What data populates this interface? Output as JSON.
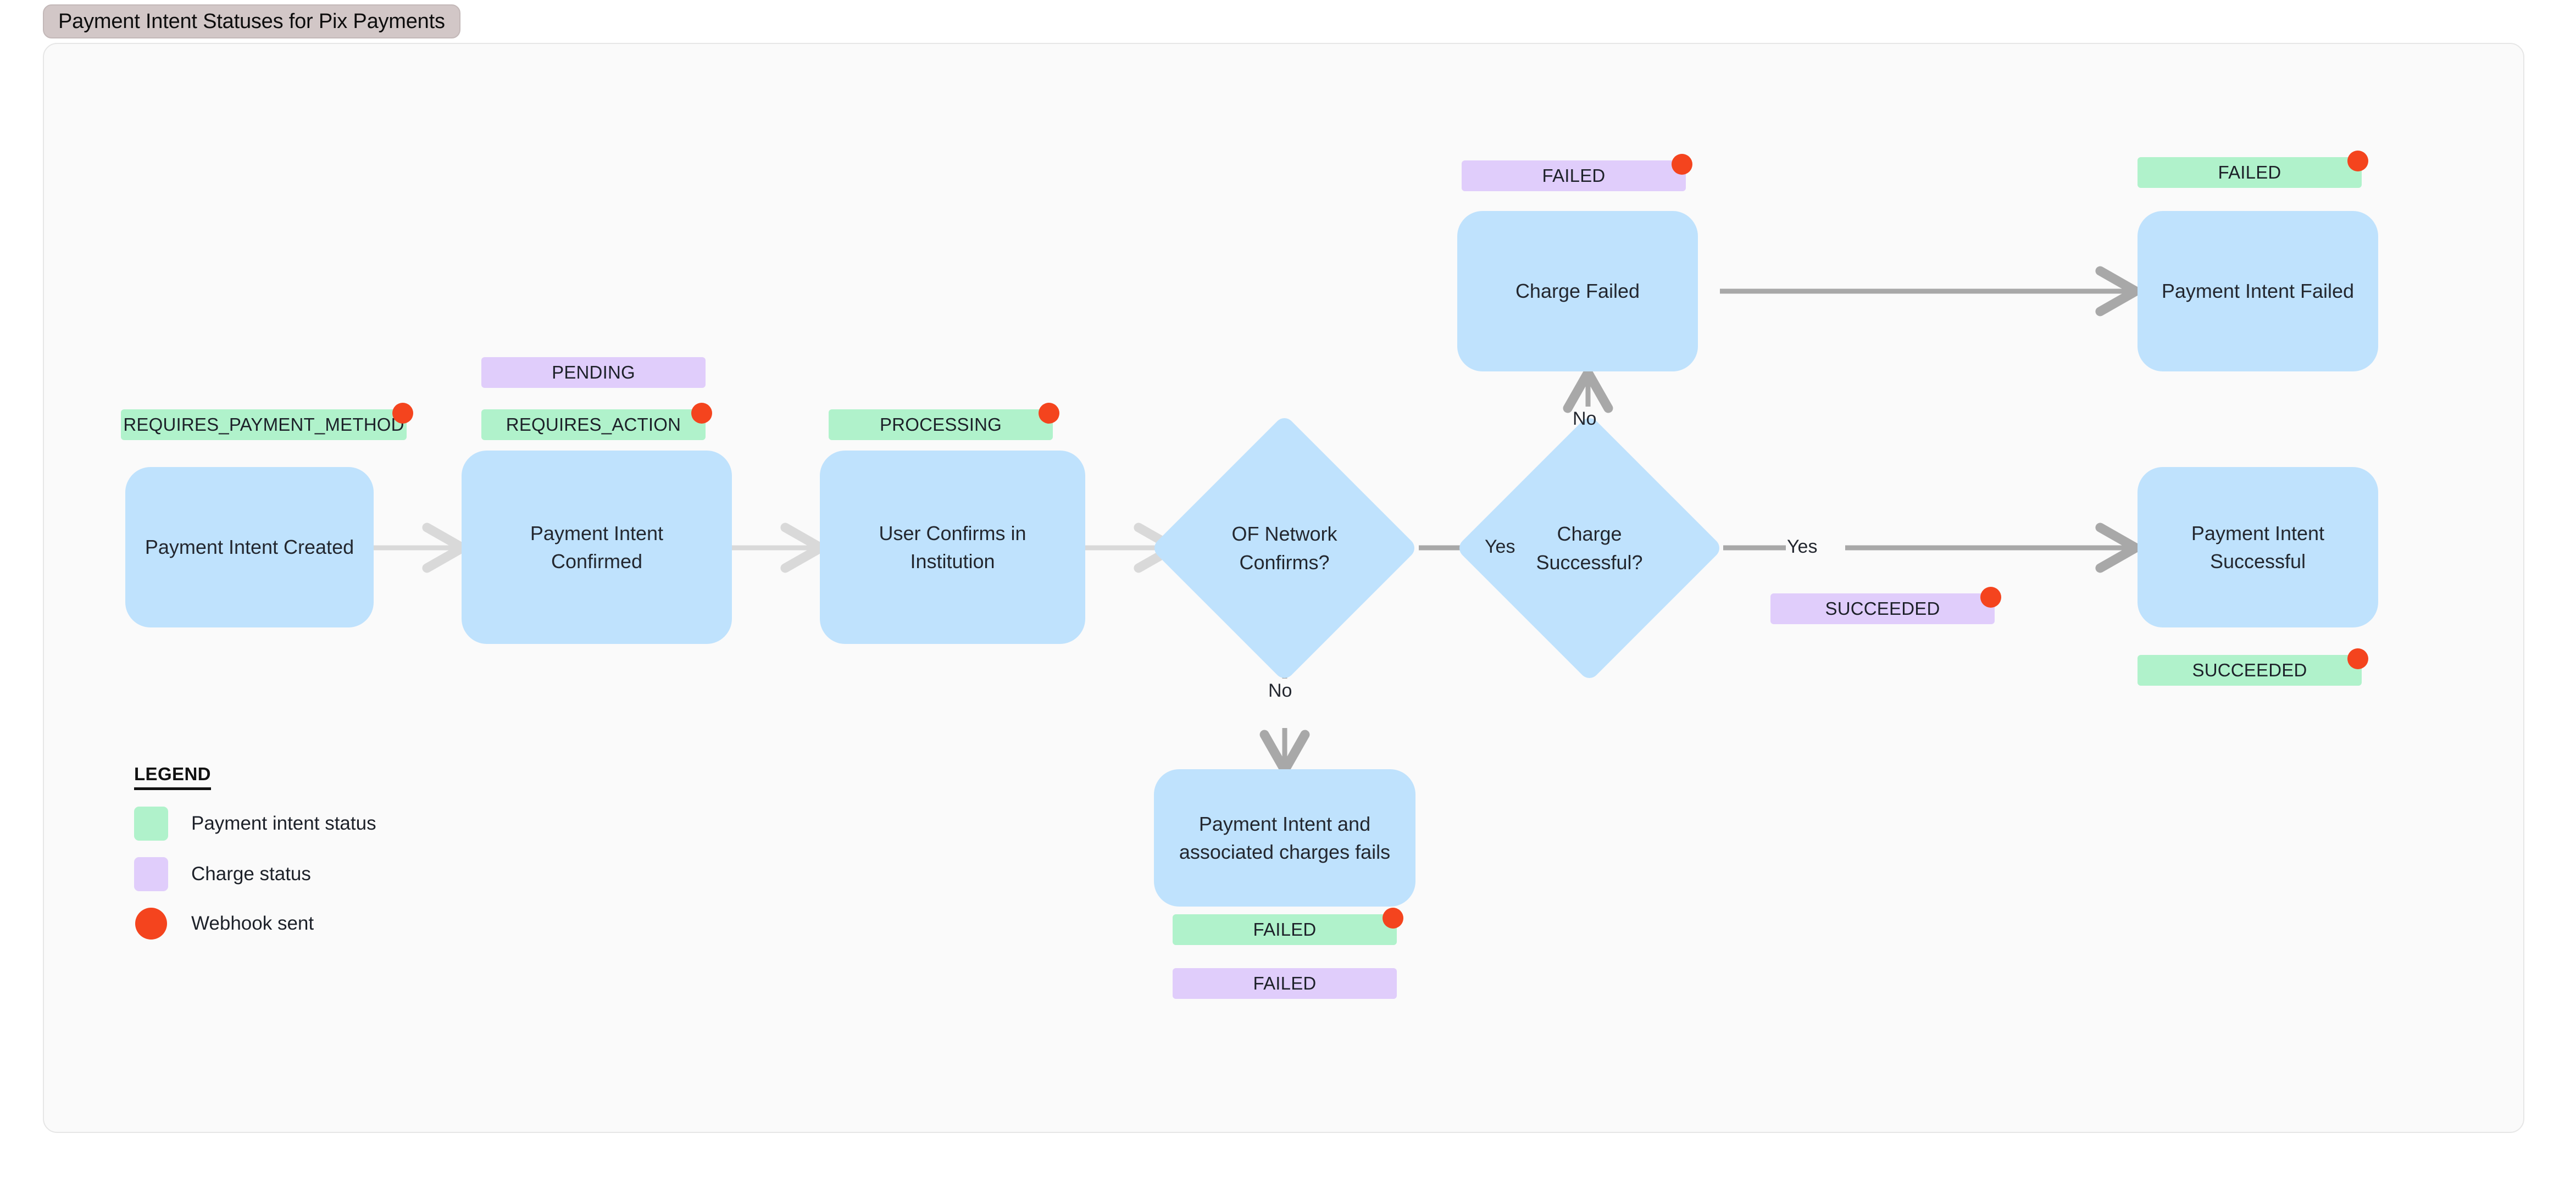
{
  "window": {
    "title": "Payment Intent Statuses for Pix Payments"
  },
  "colors": {
    "node_blue": "#bfe2fd",
    "payment_intent_status_green": "#b0f2cb",
    "charge_status_purple": "#e0cdfb",
    "webhook_dot_red": "#f4441e",
    "edge_light": "#d9d9d9",
    "edge_dark": "#a8a8a8",
    "canvas_bg": "#fafafa",
    "title_tab_bg": "#d2c7c7"
  },
  "nodes": [
    {
      "id": "pi_created",
      "label": "Payment Intent Created"
    },
    {
      "id": "pi_confirmed",
      "label": "Payment Intent\nConfirmed"
    },
    {
      "id": "user_confirms",
      "label": "User Confirms in\nInstitution"
    },
    {
      "id": "of_network",
      "label": "OF Network\nConfirms?",
      "shape": "diamond"
    },
    {
      "id": "charge_ok",
      "label": "Charge\nSuccessful?",
      "shape": "diamond"
    },
    {
      "id": "charge_failed",
      "label": "Charge Failed"
    },
    {
      "id": "pi_failed",
      "label": "Payment Intent Failed"
    },
    {
      "id": "pi_success",
      "label": "Payment Intent\nSuccessful"
    },
    {
      "id": "pi_charges_fail",
      "label": "Payment Intent and\nassociated charges fails"
    }
  ],
  "node_text": {
    "pi_created": "Payment Intent Created",
    "pi_confirmed_l1": "Payment Intent",
    "pi_confirmed_l2": "Confirmed",
    "user_confirms_l1": "User Confirms in",
    "user_confirms_l2": "Institution",
    "of_network_l1": "OF Network",
    "of_network_l2": "Confirms?",
    "charge_ok_l1": "Charge",
    "charge_ok_l2": "Successful?",
    "charge_failed": "Charge Failed",
    "pi_failed": "Payment Intent Failed",
    "pi_success_l1": "Payment Intent",
    "pi_success_l2": "Successful",
    "pi_charges_fail_l1": "Payment Intent and",
    "pi_charges_fail_l2": "associated charges fails"
  },
  "status_chips": [
    {
      "id": "chip_requires_payment_method",
      "text": "REQUIRES_PAYMENT_METHOD",
      "kind": "payment_intent_status",
      "webhook": true
    },
    {
      "id": "chip_pending",
      "text": "PENDING",
      "kind": "charge_status",
      "webhook": false
    },
    {
      "id": "chip_requires_action",
      "text": "REQUIRES_ACTION",
      "kind": "payment_intent_status",
      "webhook": true
    },
    {
      "id": "chip_processing",
      "text": "PROCESSING",
      "kind": "payment_intent_status",
      "webhook": true
    },
    {
      "id": "chip_charge_failed",
      "text": "FAILED",
      "kind": "charge_status",
      "webhook": true
    },
    {
      "id": "chip_pi_failed",
      "text": "FAILED",
      "kind": "payment_intent_status",
      "webhook": true
    },
    {
      "id": "chip_charge_succeeded",
      "text": "SUCCEEDED",
      "kind": "charge_status",
      "webhook": true
    },
    {
      "id": "chip_pi_succeeded",
      "text": "SUCCEEDED",
      "kind": "payment_intent_status",
      "webhook": true
    },
    {
      "id": "chip_bottom_failed_green",
      "text": "FAILED",
      "kind": "payment_intent_status",
      "webhook": true
    },
    {
      "id": "chip_bottom_failed_purple",
      "text": "FAILED",
      "kind": "charge_status",
      "webhook": false
    }
  ],
  "edge_labels": {
    "of_network_yes": "Yes",
    "of_network_no": "No",
    "charge_ok_yes": "Yes",
    "charge_ok_no": "No"
  },
  "legend": {
    "title": "LEGEND",
    "items": [
      {
        "swatch": "green",
        "label": "Payment intent status"
      },
      {
        "swatch": "purple",
        "label": "Charge status"
      },
      {
        "swatch": "dot",
        "label": "Webhook sent"
      }
    ]
  }
}
